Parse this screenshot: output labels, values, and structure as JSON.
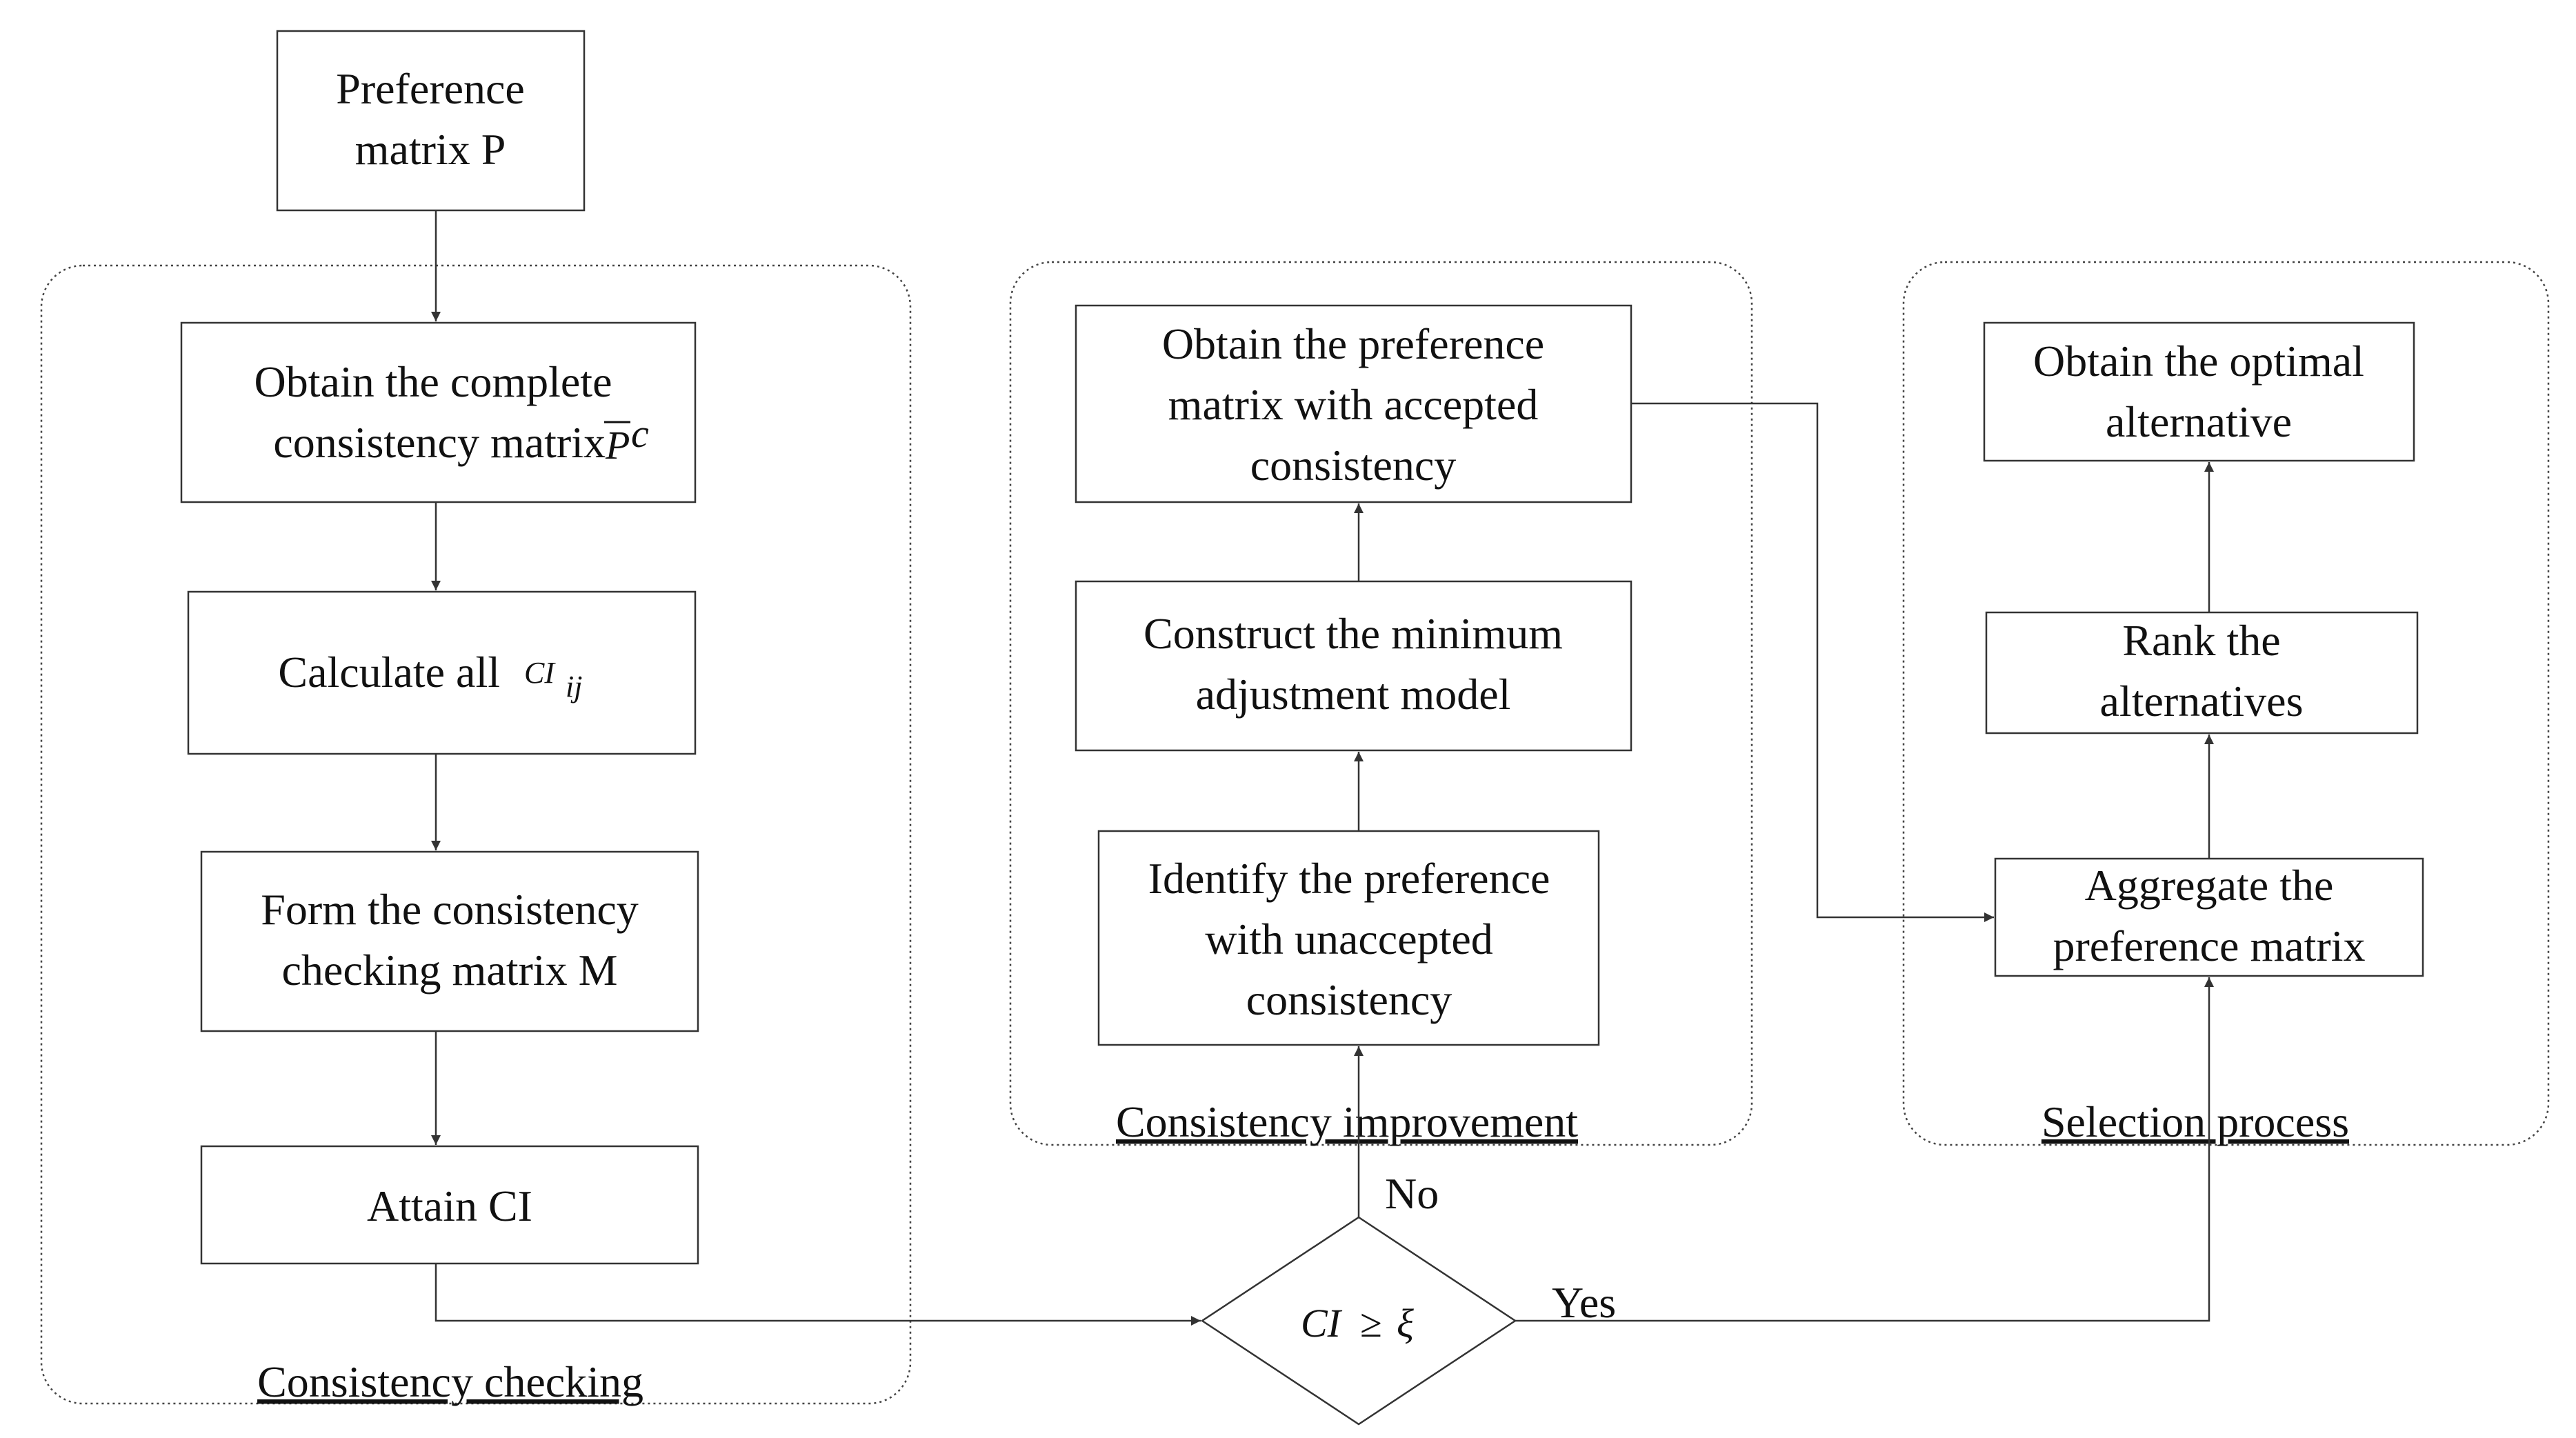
{
  "diagram": {
    "nodes": {
      "preference_matrix": {
        "lines": [
          "Preference",
          "matrix P"
        ]
      },
      "obtain_complete": {
        "line1": "Obtain the complete",
        "line2": "consistency matrix ",
        "sym_base": "P",
        "sym_sup": "c"
      },
      "calculate_ci": {
        "text": "Calculate all ",
        "sym_base": "CI",
        "sym_sub": "ij"
      },
      "form_checking": {
        "lines": [
          "Form the consistency",
          "checking matrix  M"
        ]
      },
      "attain_ci": {
        "lines": [
          "Attain CI"
        ]
      },
      "decision": {
        "sym_ci": "CI",
        "sym_ge": "≥",
        "sym_xi": "ξ"
      },
      "identify": {
        "lines": [
          "Identify the preference",
          "with unaccepted",
          "consistency"
        ]
      },
      "construct": {
        "lines": [
          "Construct the minimum",
          "adjustment model"
        ]
      },
      "obtain_accepted": {
        "lines": [
          "Obtain the preference",
          "matrix with accepted",
          "consistency"
        ]
      },
      "aggregate": {
        "lines": [
          "Aggregate the",
          "preference matrix"
        ]
      },
      "rank": {
        "lines": [
          "Rank the",
          "alternatives"
        ]
      },
      "optimal": {
        "lines": [
          "Obtain the optimal",
          "alternative"
        ]
      }
    },
    "groups": {
      "consistency_checking": "Consistency checking",
      "consistency_improvement": "Consistency improvement",
      "selection_process": "Selection process"
    },
    "edge_labels": {
      "no": "No",
      "yes": "Yes"
    }
  }
}
